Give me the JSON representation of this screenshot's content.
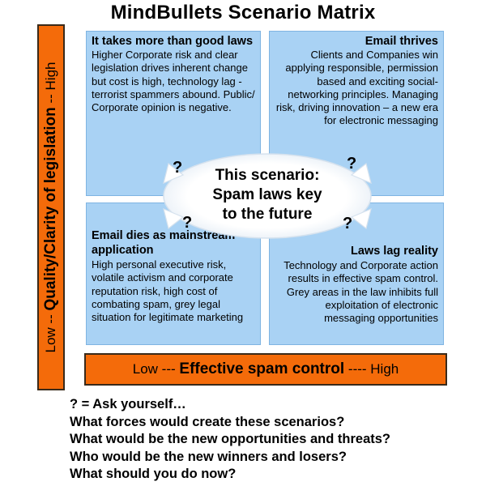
{
  "title": "MindBullets Scenario Matrix",
  "y_axis": {
    "low": "Low --",
    "label": "Quality/Clarity of legislation",
    "high": "-- High"
  },
  "x_axis": {
    "low": "Low ---",
    "label": "Effective spam control",
    "high": "---- High"
  },
  "quadrants": {
    "top_left": {
      "title": "It takes more than good laws",
      "body": "Higher Corporate risk and clear legislation drives inherent change but cost is high, technology lag - terrorist spammers abound. Public/ Corporate opinion is negative."
    },
    "top_right": {
      "title": "Email thrives",
      "body": "Clients and Companies win applying  responsible, permission based and exciting social-networking principles. Managing risk, driving innovation – a new era for electronic messaging"
    },
    "bottom_left": {
      "title": "Email dies as mainstream application",
      "body": "High personal executive risk, volatile activism and corporate reputation risk, high cost of combating spam, grey legal situation for legitimate marketing"
    },
    "bottom_right": {
      "title": "Laws lag reality",
      "body": "Technology and Corporate action results in effective spam control. Grey areas in the law inhibits full exploitation of electronic messaging opportunities"
    }
  },
  "center": {
    "line1": "This scenario:",
    "line2": "Spam laws key",
    "line3": "to the future"
  },
  "question_mark": "?",
  "questions": [
    "? = Ask yourself…",
    "What forces would create these scenarios?",
    "What would be the new opportunities and threats?",
    "Who would be the new winners and losers?",
    "What should you do now?"
  ],
  "colors": {
    "axis_fill": "#f46b0a",
    "quadrant_fill": "#a9d2f4",
    "ellipse_fill": "#ffffff"
  }
}
